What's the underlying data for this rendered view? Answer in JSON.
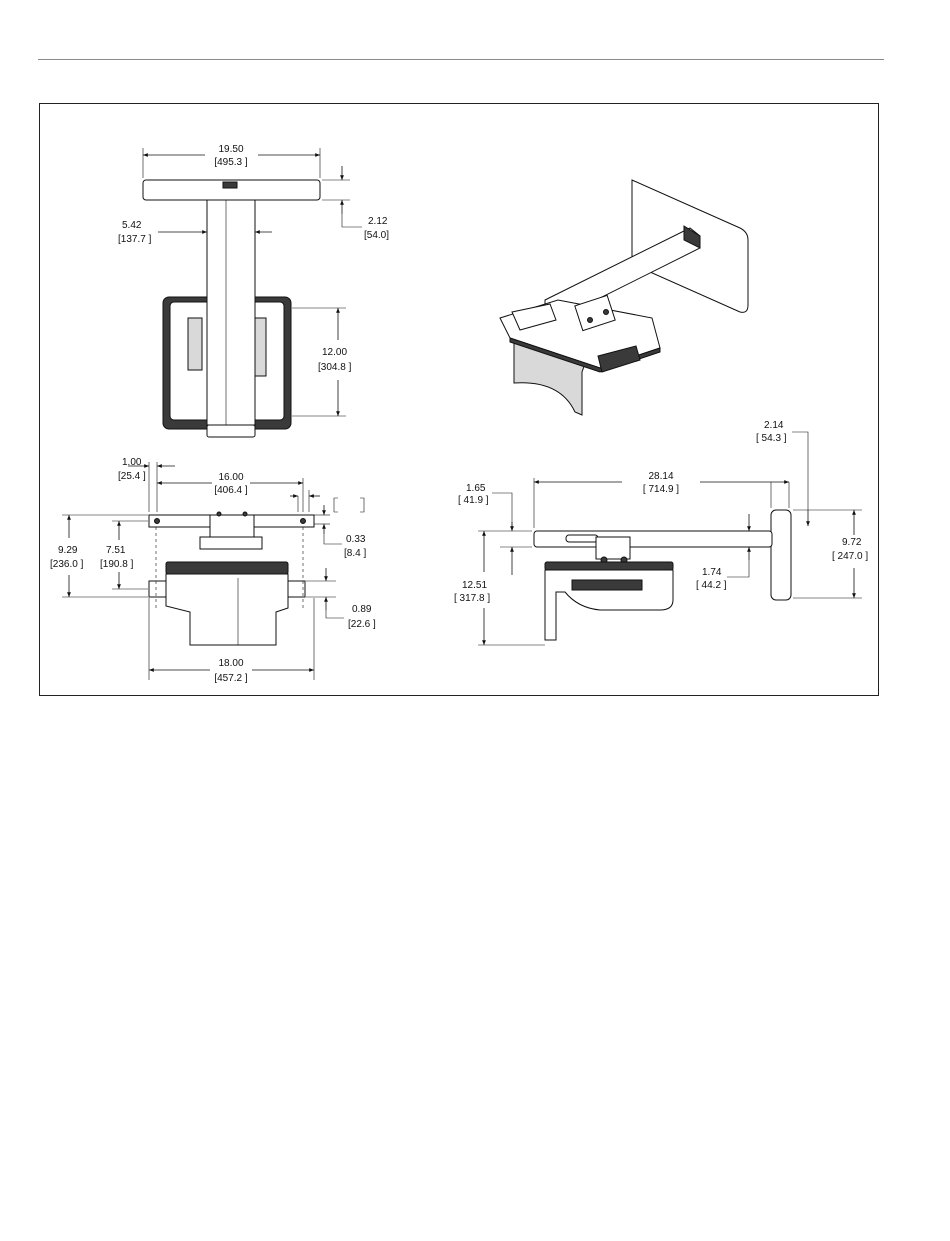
{
  "dimensions": {
    "top_view": {
      "width": {
        "in": "19.50",
        "mm": "[495.3 ]"
      },
      "column_offset": {
        "in": "5.42",
        "mm": "[137.7 ]"
      },
      "bracket_depth": {
        "in": "2.12",
        "mm": "[54.0]"
      },
      "projector_depth": {
        "in": "12.00",
        "mm": "[304.8 ]"
      }
    },
    "front_view": {
      "edge_offset": {
        "in": "1.00",
        "mm": "[25.4 ]"
      },
      "hole_spacing": {
        "in": "16.00",
        "mm": "[406.4 ]"
      },
      "overall_height": {
        "in": "9.29",
        "mm": "[236.0 ]"
      },
      "hole_height": {
        "in": "7.51",
        "mm": "[190.8 ]"
      },
      "slot_width": {
        "in": "0.33",
        "mm": "[8.4 ]"
      },
      "flange_width": {
        "in": "0.89",
        "mm": "[22.6 ]"
      },
      "overall_width": {
        "in": "18.00",
        "mm": "[457.2 ]"
      }
    },
    "side_view": {
      "plate_thickness": {
        "in": "2.14",
        "mm": "[ 54.3 ]"
      },
      "arm_offset": {
        "in": "1.65",
        "mm": "[ 41.9 ]"
      },
      "max_extension": {
        "in": "28.14",
        "mm": "[ 714.9 ]"
      },
      "wall_plate_height": {
        "in": "9.72",
        "mm": "[ 247.0 ]"
      },
      "projector_drop": {
        "in": "12.51",
        "mm": "[ 317.8 ]"
      },
      "arm_height": {
        "in": "1.74",
        "mm": "[ 44.2 ]"
      }
    }
  }
}
